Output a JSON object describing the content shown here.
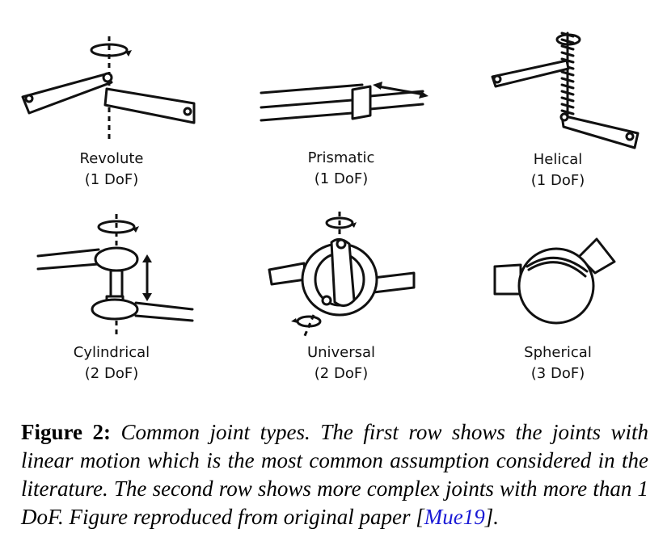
{
  "joints": [
    {
      "name": "Revolute",
      "dof": "(1 DoF)",
      "icon": "revolute-joint-icon"
    },
    {
      "name": "Prismatic",
      "dof": "(1 DoF)",
      "icon": "prismatic-joint-icon"
    },
    {
      "name": "Helical",
      "dof": "(1 DoF)",
      "icon": "helical-joint-icon"
    },
    {
      "name": "Cylindrical",
      "dof": "(2 DoF)",
      "icon": "cylindrical-joint-icon"
    },
    {
      "name": "Universal",
      "dof": "(2 DoF)",
      "icon": "universal-joint-icon"
    },
    {
      "name": "Spherical",
      "dof": "(3 DoF)",
      "icon": "spherical-joint-icon"
    }
  ],
  "caption": {
    "lead": "Figure 2:",
    "body": " Common joint types. The first row shows the joints with linear motion which is the most common assumption considered in the literature. The second row shows more complex joints with more than 1 DoF. Figure reproduced from original paper [",
    "citation": "Mue19",
    "tail": "]."
  },
  "colors": {
    "citation": "#1a1ad6",
    "ink": "#111111"
  }
}
